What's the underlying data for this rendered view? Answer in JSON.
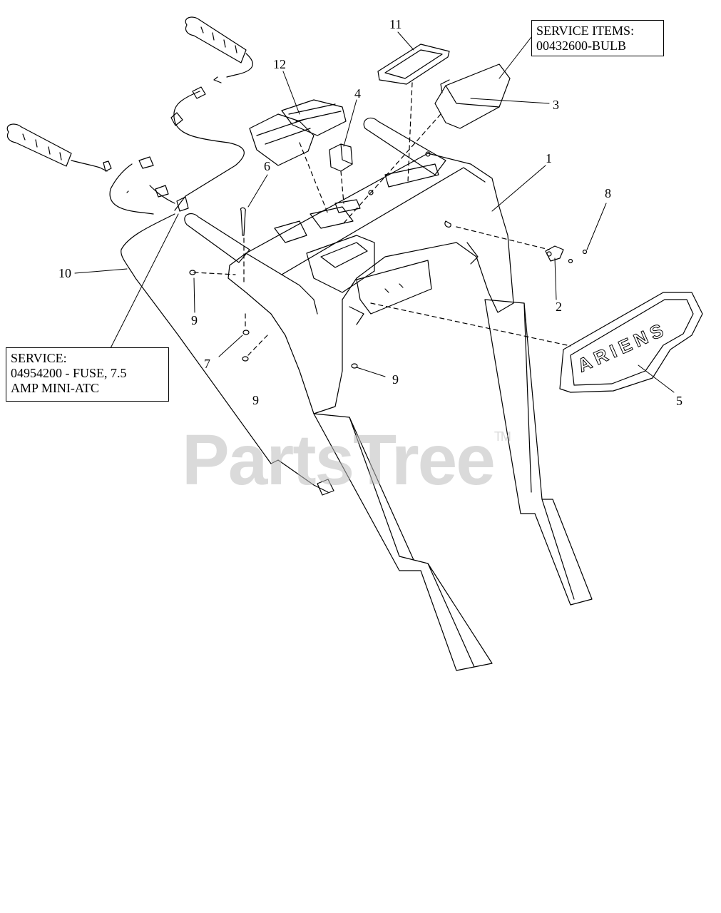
{
  "service_box_top": {
    "line1": "SERVICE ITEMS:",
    "line2": "00432600-BULB"
  },
  "service_box_left": {
    "line1": "SERVICE:",
    "line2": "04954200 - FUSE, 7.5",
    "line3": "AMP MINI-ATC"
  },
  "callouts": {
    "c1": "1",
    "c2": "2",
    "c3": "3",
    "c4": "4",
    "c5": "5",
    "c6": "6",
    "c7": "7",
    "c8": "8",
    "c9a": "9",
    "c9b": "9",
    "c9c": "9",
    "c10": "10",
    "c11": "11",
    "c12": "12"
  },
  "panel_logo": "ARIENS",
  "watermark": {
    "text": "PartsTree",
    "tm": "TM"
  }
}
